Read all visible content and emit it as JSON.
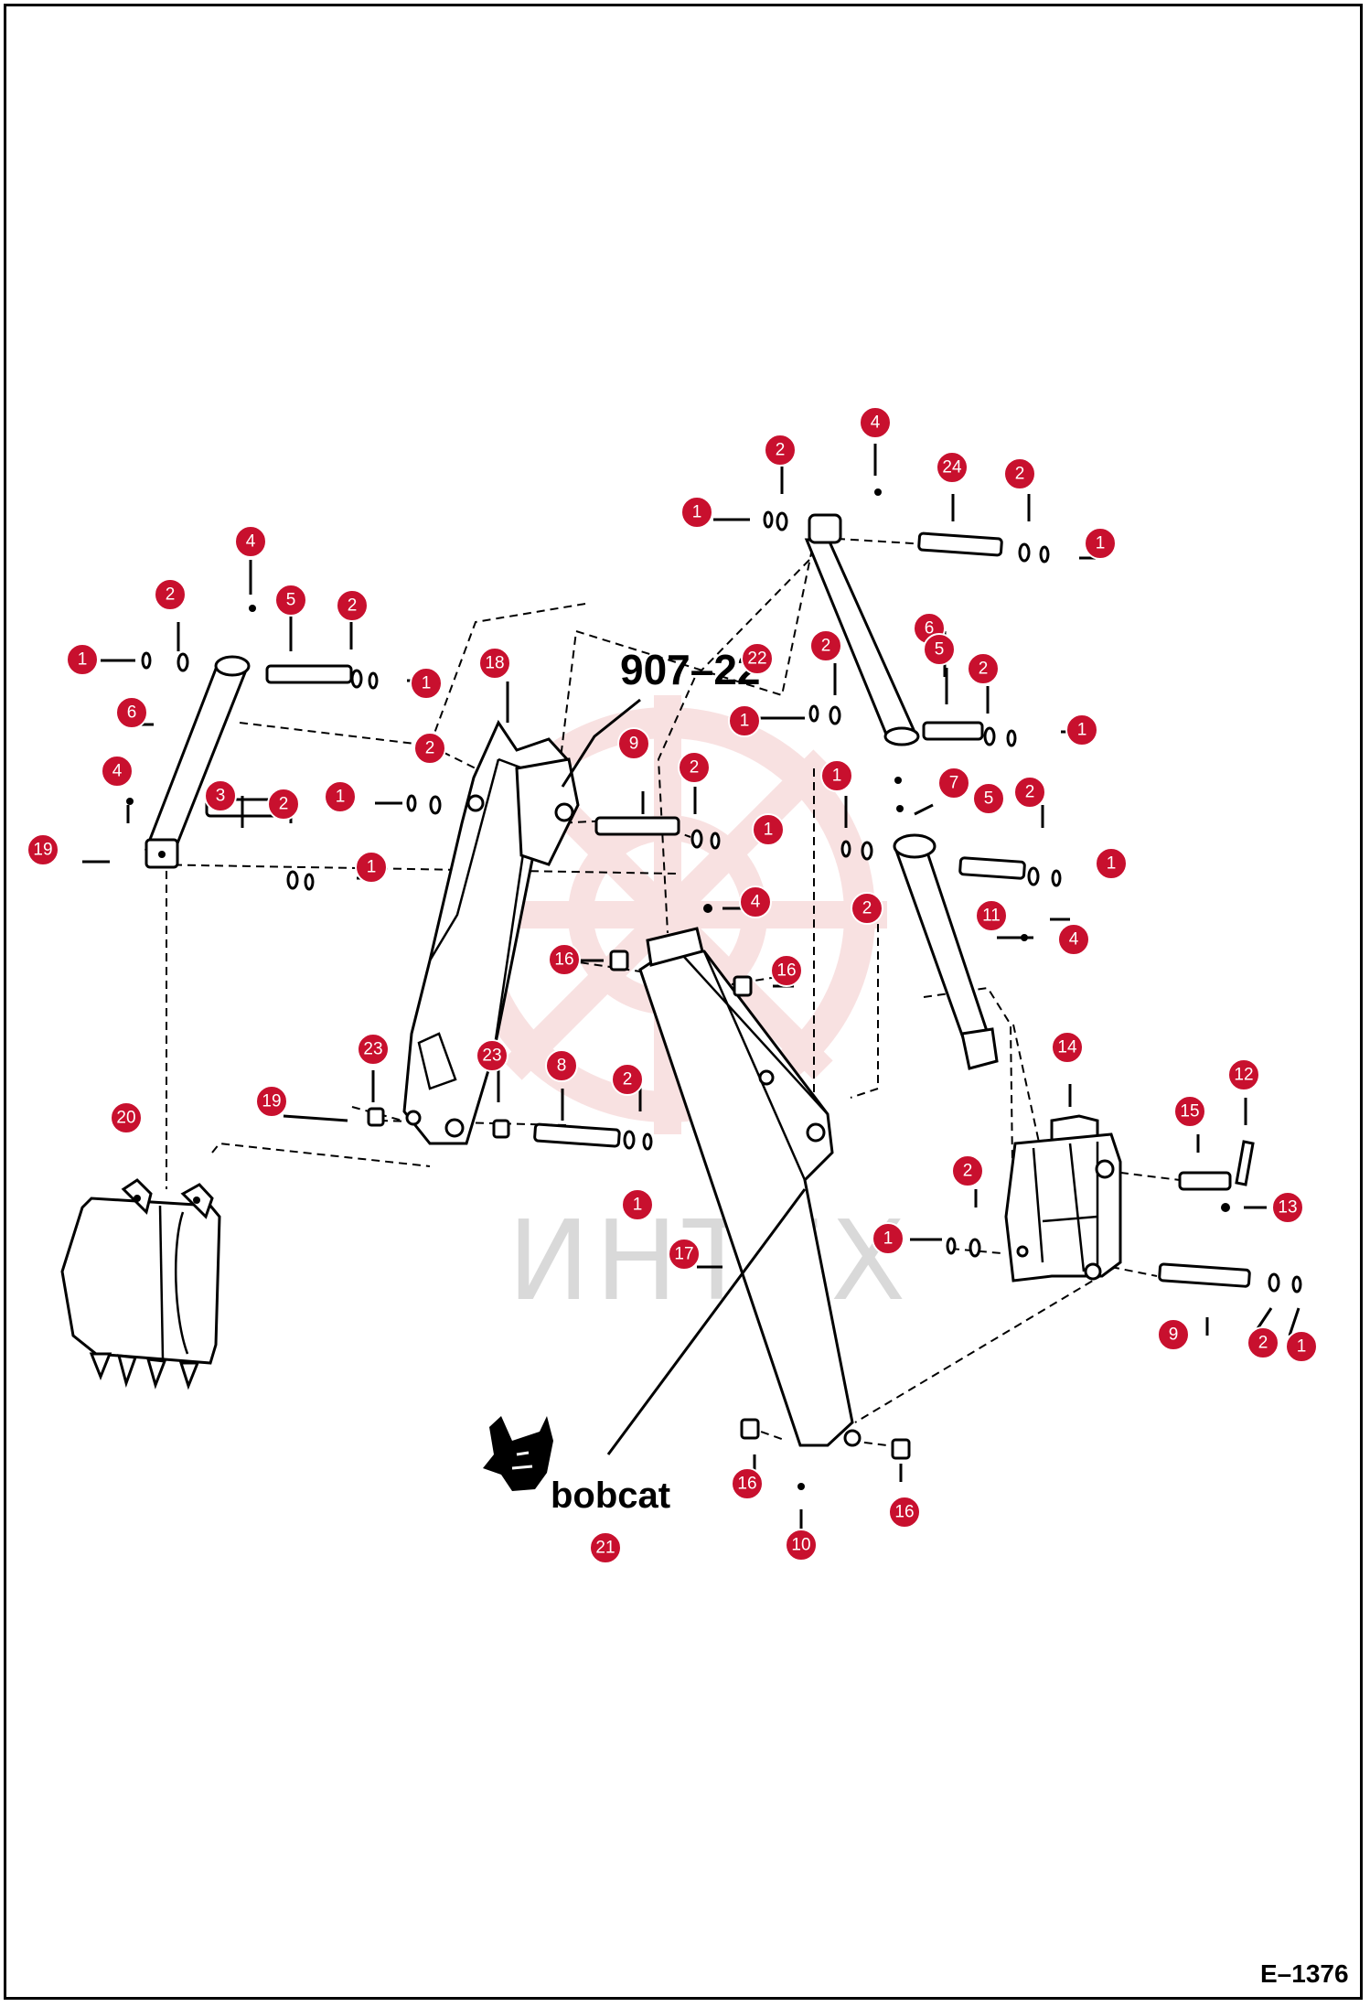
{
  "figure": {
    "model_label": "907–22",
    "logo_text": "bobcat",
    "watermark": "ИНТЕХ",
    "drawing_number": "E–1376",
    "colors": {
      "callout": "#c8102e",
      "line": "#000000",
      "watermark": "#d9d9d9",
      "background": "#ffffff"
    }
  },
  "callouts": [
    {
      "label": "4"
    },
    {
      "label": "2"
    },
    {
      "label": "24"
    },
    {
      "label": "2"
    },
    {
      "label": "1"
    },
    {
      "label": "1"
    },
    {
      "label": "4"
    },
    {
      "label": "2"
    },
    {
      "label": "5"
    },
    {
      "label": "2"
    },
    {
      "label": "1"
    },
    {
      "label": "1"
    },
    {
      "label": "6"
    },
    {
      "label": "18"
    },
    {
      "label": "22"
    },
    {
      "label": "2"
    },
    {
      "label": "6"
    },
    {
      "label": "5"
    },
    {
      "label": "2"
    },
    {
      "label": "1"
    },
    {
      "label": "1"
    },
    {
      "label": "2"
    },
    {
      "label": "9"
    },
    {
      "label": "4"
    },
    {
      "label": "3"
    },
    {
      "label": "2"
    },
    {
      "label": "1"
    },
    {
      "label": "2"
    },
    {
      "label": "1"
    },
    {
      "label": "19"
    },
    {
      "label": "1"
    },
    {
      "label": "1"
    },
    {
      "label": "7"
    },
    {
      "label": "5"
    },
    {
      "label": "2"
    },
    {
      "label": "2"
    },
    {
      "label": "1"
    },
    {
      "label": "11"
    },
    {
      "label": "4"
    },
    {
      "label": "4"
    },
    {
      "label": "16"
    },
    {
      "label": "16"
    },
    {
      "label": "14"
    },
    {
      "label": "23"
    },
    {
      "label": "23"
    },
    {
      "label": "8"
    },
    {
      "label": "2"
    },
    {
      "label": "19"
    },
    {
      "label": "20"
    },
    {
      "label": "12"
    },
    {
      "label": "15"
    },
    {
      "label": "1"
    },
    {
      "label": "2"
    },
    {
      "label": "13"
    },
    {
      "label": "17"
    },
    {
      "label": "1"
    },
    {
      "label": "9"
    },
    {
      "label": "2"
    },
    {
      "label": "1"
    },
    {
      "label": "16"
    },
    {
      "label": "16"
    },
    {
      "label": "10"
    },
    {
      "label": "21"
    }
  ]
}
